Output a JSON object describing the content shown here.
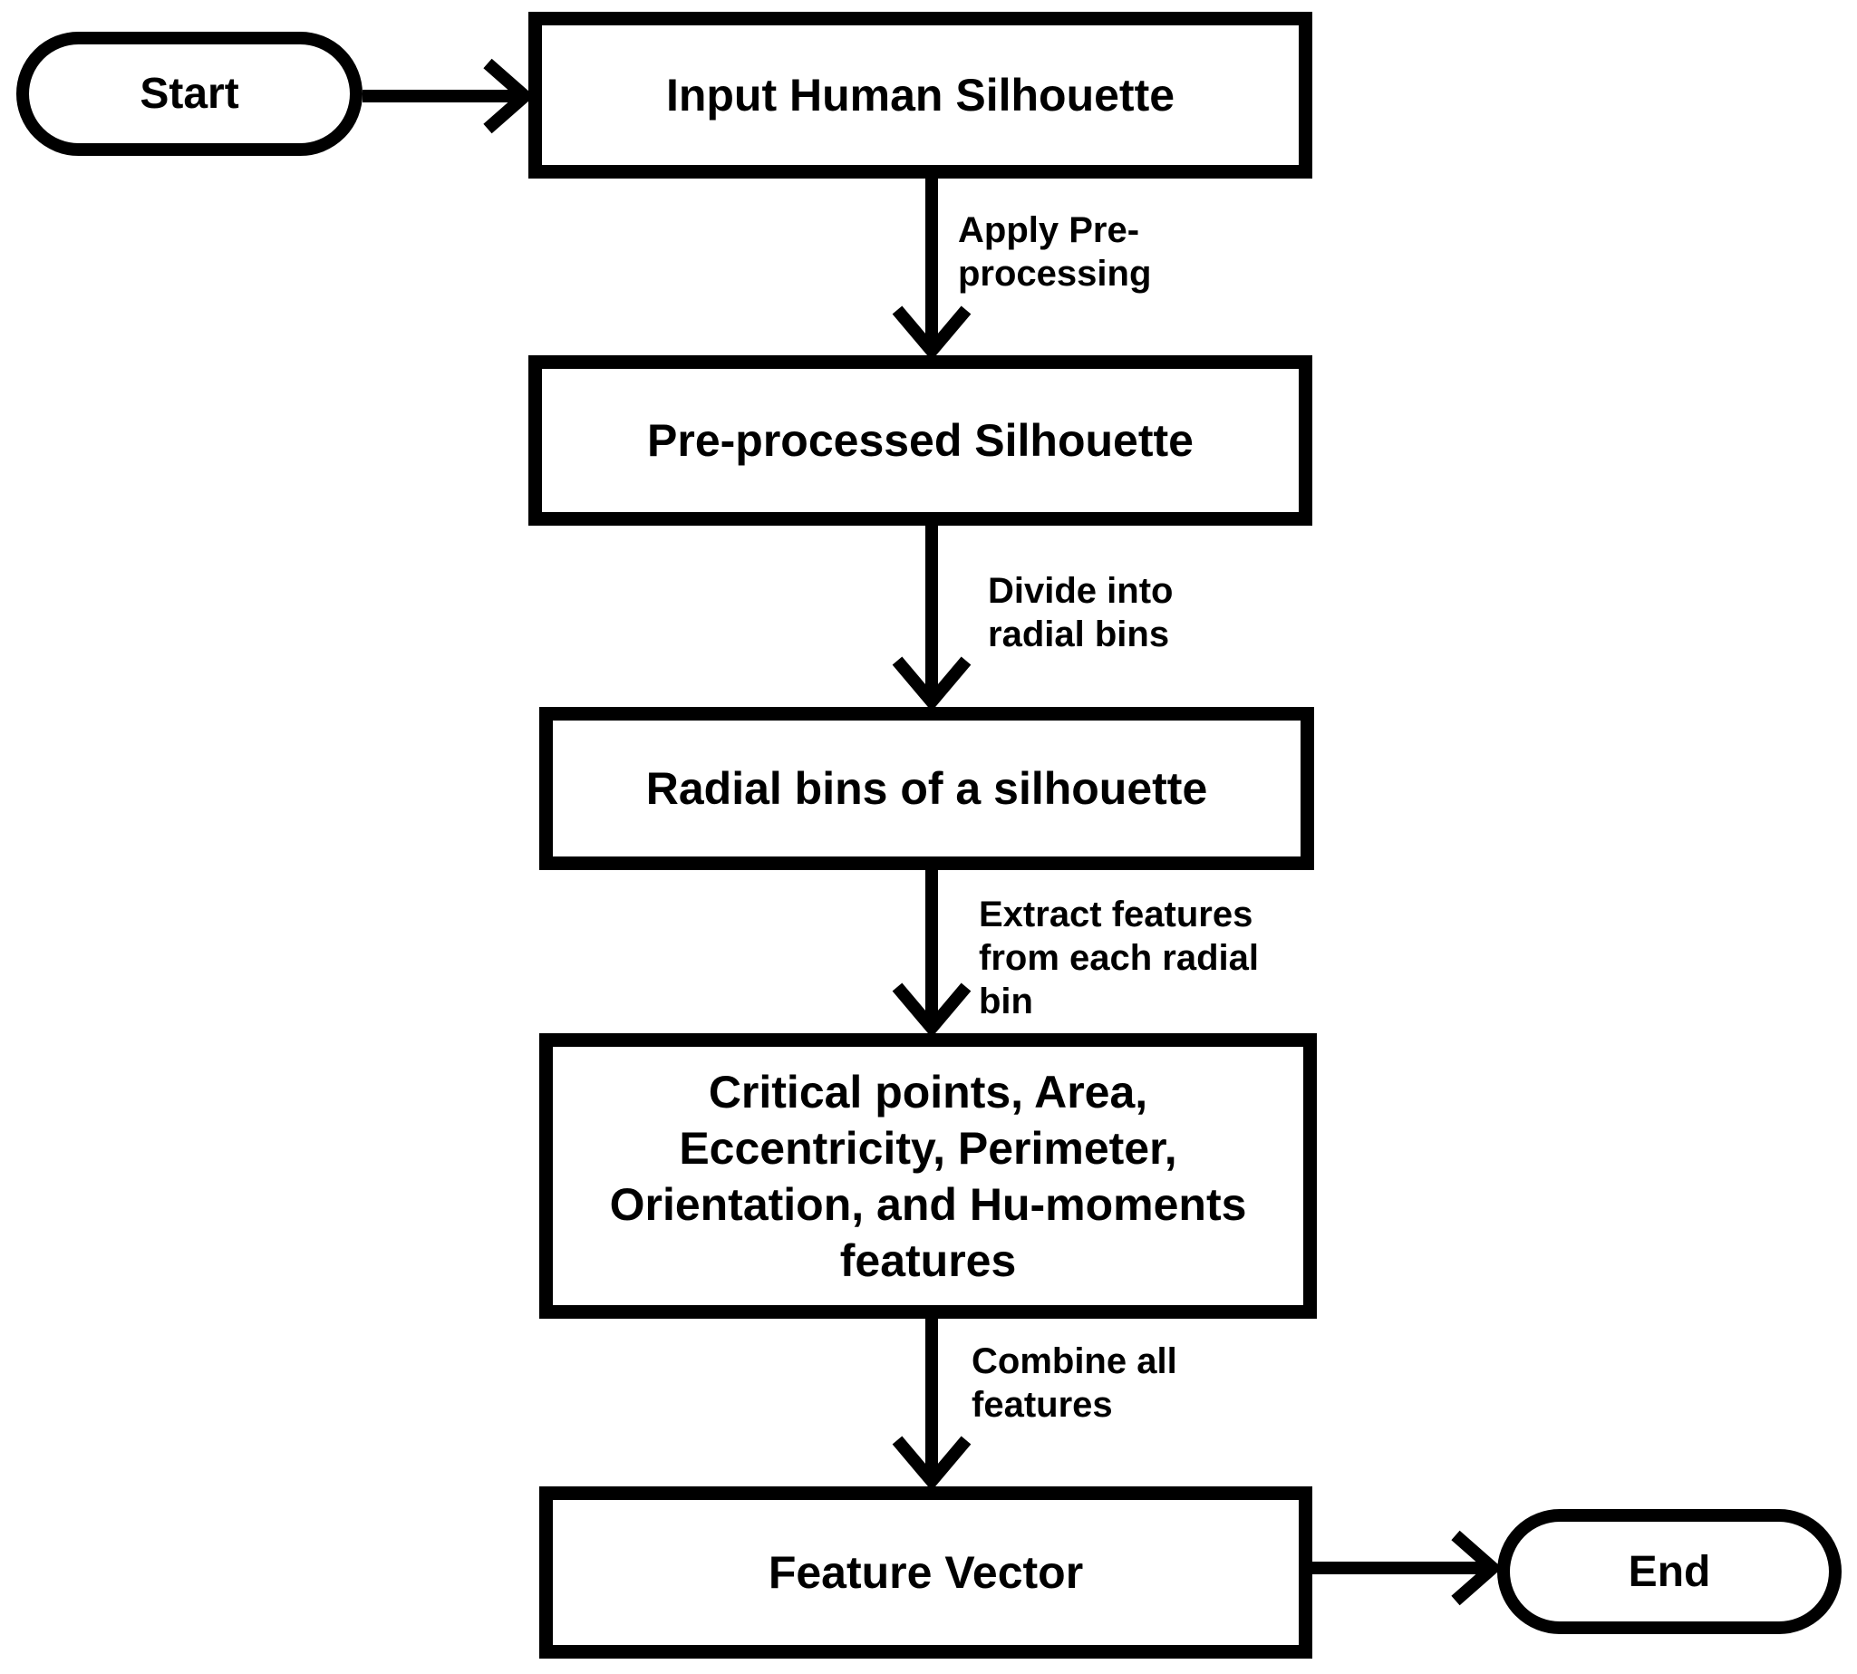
{
  "diagram": {
    "type": "flowchart",
    "colors": {
      "stroke": "#000000",
      "fill": "#ffffff",
      "text": "#000000"
    },
    "nodes": [
      {
        "id": "start",
        "type": "terminator",
        "label": "Start"
      },
      {
        "id": "input-human-silhouette",
        "type": "process",
        "label": "Input Human Silhouette"
      },
      {
        "id": "pre-processed-silhouette",
        "type": "process",
        "label": "Pre-processed Silhouette"
      },
      {
        "id": "radial-bins",
        "type": "process",
        "label": "Radial bins of a silhouette"
      },
      {
        "id": "extracted-features",
        "type": "process",
        "label": "Critical points, Area, Eccentricity, Perimeter, Orientation, and Hu-moments features",
        "lines": [
          "Critical points, Area,",
          "Eccentricity, Perimeter,",
          "Orientation, and Hu-moments",
          "features"
        ]
      },
      {
        "id": "feature-vector",
        "type": "process",
        "label": "Feature Vector"
      },
      {
        "id": "end",
        "type": "terminator",
        "label": "End"
      }
    ],
    "edges": [
      {
        "from": "start",
        "to": "input-human-silhouette",
        "label": "",
        "lines": []
      },
      {
        "from": "input-human-silhouette",
        "to": "pre-processed-silhouette",
        "label": "Apply Pre-processing",
        "lines": [
          "Apply Pre-",
          "processing"
        ]
      },
      {
        "from": "pre-processed-silhouette",
        "to": "radial-bins",
        "label": "Divide into radial bins",
        "lines": [
          "Divide into",
          "radial bins"
        ]
      },
      {
        "from": "radial-bins",
        "to": "extracted-features",
        "label": "Extract features from each radial bin",
        "lines": [
          "Extract features",
          "from each radial",
          "bin"
        ]
      },
      {
        "from": "extracted-features",
        "to": "feature-vector",
        "label": "Combine all features",
        "lines": [
          "Combine all",
          "features"
        ]
      },
      {
        "from": "feature-vector",
        "to": "end",
        "label": "",
        "lines": []
      }
    ]
  }
}
